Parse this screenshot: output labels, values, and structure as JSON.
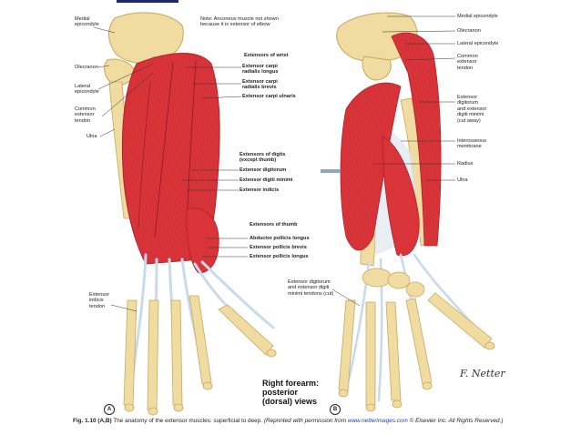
{
  "figure": {
    "note": "Note: Anconeus muscle not shown\nbecause it is extensor of elbow",
    "title": "Right forearm:\nposterior\n(dorsal) views",
    "panel_a": "A",
    "panel_b": "B",
    "signature": "F. Netter",
    "caption": {
      "fig_label": "Fig. 1.10",
      "fig_panels": " (A,B)",
      "text": " The anatomy of the extensor muscles: superficial to deep. ",
      "credit_pre": "(Reprinted with permission from ",
      "url": "www.netterimages.com",
      "credit_post": " © Elsevier Inc. All Rights Reserved.)"
    }
  },
  "left_labels": {
    "medial_epicondyle": "Medial\nepicondyle",
    "olecranon": "Olecranon",
    "lateral_epicondyle": "Lateral\nepicondyle",
    "common_extensor_tendon": "Common\nextensor\ntendon",
    "ulna": "Ulna",
    "extensor_indicis_tendon": "Extensor\nindicis\ntendon"
  },
  "middle_labels": {
    "extensors_of_wrist": "Extensors of wrist",
    "ecr_longus": "Extensor carpi\nradialis longus",
    "ecr_brevis": "Extensor carpi\nradialis brevis",
    "ec_ulnaris": "Extensor carpi ulnaris",
    "extensors_of_digits": "Extensors of digits\n(except thumb)",
    "ext_digitorum": "Extensor digitorum",
    "ext_digiti_minimi": "Extensor digiti minimi",
    "ext_indicis": "Extensor indicis",
    "extensors_of_thumb": "Extensors of thumb",
    "abd_poll_longus": "Abductor pollicis longus",
    "ext_poll_brevis": "Extensor pollicis brevis",
    "ext_poll_longus": "Extensor pollicis longus",
    "ext_dig_tendons": "Extensor digitorum\nand extensor digiti\nminimi tendons (cut)"
  },
  "right_labels": {
    "medial_epicondyle": "Medial epicondyle",
    "olecranon": "Olecranon",
    "lateral_epicondyle": "Lateral epicondyle",
    "common_extensor_tendon": "Common\nextensor\ntendon",
    "ext_digiti_minimi_cut": "Extensor\ndigitorum\nand extensor\ndigiti minimi\n(cut away)",
    "interosseous_membrane": "Interosseous\nmembrane",
    "radius": "Radius",
    "ulna": "Ulna"
  },
  "colors": {
    "muscle": "#d8343a",
    "muscle_dark": "#b4222a",
    "tendon": "#c9dbea",
    "bone": "#f0dba0",
    "bone_dark": "#c9a860",
    "leader": "#333333"
  }
}
